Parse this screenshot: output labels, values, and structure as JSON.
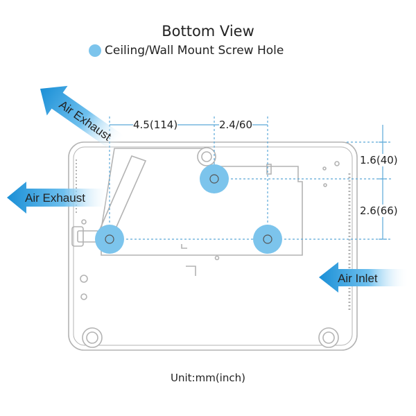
{
  "title": "Bottom View",
  "legend": {
    "label": "Ceiling/Wall Mount Screw Hole",
    "color": "#7cc4ec"
  },
  "unit": "Unit:mm(inch)",
  "dimensions": {
    "horizontal_1": "4.5(114)",
    "horizontal_2": "2.4/60",
    "vertical_1": "1.6(40)",
    "vertical_2": "2.6(66)"
  },
  "arrows": {
    "air_exhaust_diagonal": "Air Exhaust",
    "air_exhaust_left": "Air Exhaust",
    "air_inlet": "Air Inlet",
    "arrow_color": "#1e96da"
  },
  "colors": {
    "outline": "#b3b3b3",
    "dimension_line": "#5aa8d8",
    "text": "#222222"
  }
}
